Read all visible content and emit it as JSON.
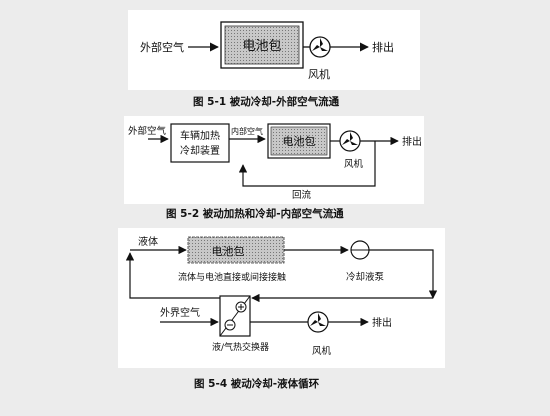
{
  "fig1": {
    "input_label": "外部空气",
    "battery_label": "电池包",
    "fan_label": "风机",
    "output_label": "排出",
    "caption": "图 5-1  被动冷却-外部空气流通"
  },
  "fig2": {
    "input_label": "外部空气",
    "heater_line1": "车辆加热",
    "heater_line2": "冷却装置",
    "internal_air_label": "内部空气",
    "battery_label": "电池包",
    "fan_label": "风机",
    "output_label": "排出",
    "return_label": "回流",
    "caption": "图 5-2  被动加热和冷却-内部空气流通"
  },
  "fig3": {
    "liquid_label": "液体",
    "battery_label": "电池包",
    "contact_label": "流体与电池直接或间接接触",
    "pump_label": "冷却液泵",
    "outside_air_label": "外界空气",
    "exchanger_label": "液/气热交换器",
    "fan_label": "风机",
    "output_label": "排出",
    "caption": "图 5-4  被动冷却-液体循环"
  }
}
